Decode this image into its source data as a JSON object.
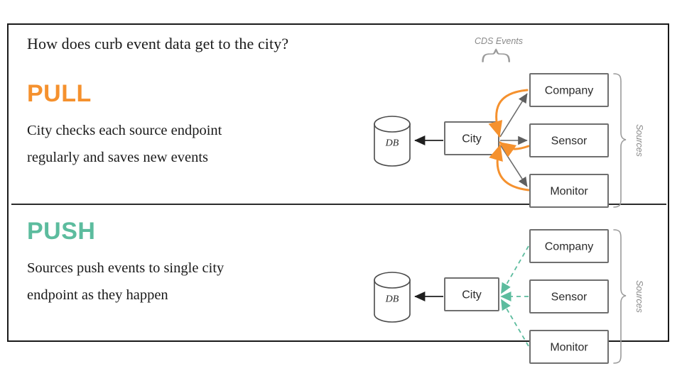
{
  "slide": {
    "question": "How does curb event data get to the city?",
    "colors": {
      "pull_accent": "#F5912E",
      "push_accent": "#5CBC9E",
      "frame": "#1a1a1a",
      "node_stroke": "#6f6f6f",
      "annotation": "#8a8a8a"
    }
  },
  "sections": [
    {
      "key": "pull",
      "heading": "PULL",
      "description_line1": "City checks each source endpoint",
      "description_line2": "regularly and saves new events",
      "diagram": {
        "db_label": "DB",
        "city_label": "City",
        "sources": [
          "Company",
          "Sensor",
          "Monitor"
        ],
        "sources_bracket_label": "Sources",
        "events_bracket_label": "CDS Events",
        "flow_direction": "city-polls-sources",
        "return_arrow_style": "solid-curved-orange",
        "request_arrow_style": "solid-straight-gray"
      }
    },
    {
      "key": "push",
      "heading": "PUSH",
      "description_line1": "Sources push events to single city",
      "description_line2": "endpoint as they happen",
      "diagram": {
        "db_label": "DB",
        "city_label": "City",
        "sources": [
          "Company",
          "Sensor",
          "Monitor"
        ],
        "sources_bracket_label": "Sources",
        "events_bracket_label": "",
        "flow_direction": "sources-push-to-city",
        "return_arrow_style": "dashed-straight-green",
        "request_arrow_style": "none"
      }
    }
  ]
}
